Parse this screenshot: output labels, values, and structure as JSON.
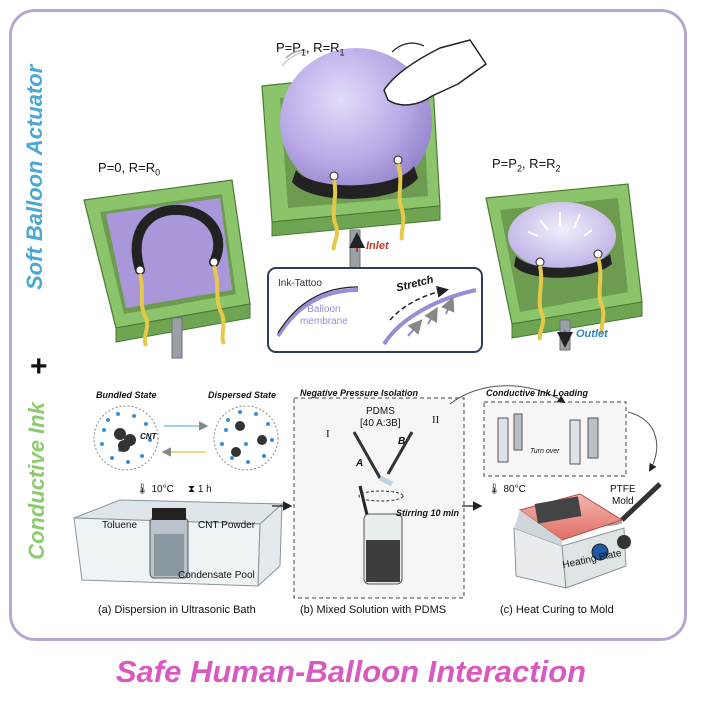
{
  "side_labels": {
    "top": "Soft Balloon Actuator",
    "bottom": "Conductive Ink"
  },
  "plus_sign": "+",
  "states": [
    {
      "p": "P=0, R=R",
      "sub": "0"
    },
    {
      "p": "P=P",
      "psub": "1",
      "r": ", R=R",
      "sub": "1"
    },
    {
      "p": "P=P",
      "psub": "2",
      "r": ", R=R",
      "sub": "2"
    }
  ],
  "inlet_label": "Inlet",
  "outlet_label": "Outlet",
  "inset": {
    "ink_tattoo": "Ink-Tattoo",
    "membrane_line1": "Balloon",
    "membrane_line2": "membrane",
    "stretch": "Stretch"
  },
  "process": {
    "bundled": "Bundled State",
    "dispersed": "Dispersed State",
    "cnt": "CNT",
    "temp1": "10°C",
    "time1": "1 h",
    "toluene": "Toluene",
    "cnt_powder": "CNT Powder",
    "condensate": "Condensate Pool",
    "caption_a": "(a) Dispersion in Ultrasonic Bath",
    "neg_pressure": "Negative Pressure Isolation",
    "pdms": "PDMS",
    "ratio": "[40 A:3B]",
    "roman1": "I",
    "roman2": "II",
    "letter_a": "A",
    "letter_b": "B",
    "stirring": "Stirring 10 min",
    "caption_b": "(b) Mixed Solution with PDMS",
    "ink_loading": "Conductive Ink Loading",
    "turn_over": "Turn over",
    "temp2": "80°C",
    "ptfe1": "PTFE",
    "ptfe2": "Mold",
    "heating_plate": "Heating Plate",
    "caption_c": "(c) Heat Curing to Mold"
  },
  "bottom_title": "Safe Human-Balloon Interaction",
  "colors": {
    "frame": "#b8a6d2",
    "title": "#d85ac0",
    "top_label": "#4aa7d6",
    "bottom_label": "#8ccc6e",
    "green_box": "#8bc46a",
    "balloon": "#b9a9e6",
    "inlet": "#c0392b",
    "outlet": "#2e86c1"
  }
}
